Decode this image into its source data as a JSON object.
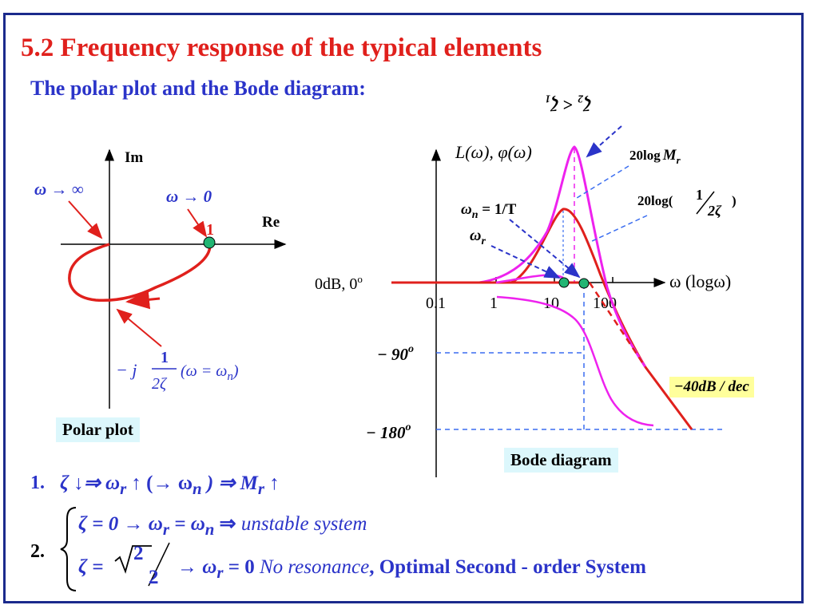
{
  "title": "5.2  Frequency response of the typical elements",
  "subtitle": "The polar plot and the Bode diagram:",
  "polar": {
    "axis_im": "Im",
    "axis_re": "Re",
    "omega_inf": "ω → ∞",
    "omega_zero": "ω → 0",
    "one": "1",
    "minus_j": "− j",
    "frac_num": "1",
    "frac_den": "2ζ",
    "cond": "(ω = ω",
    "cond_sub": "n",
    "cond_close": ")",
    "label": "Polar plot"
  },
  "bode": {
    "y_label": "L(ω), φ(ω)",
    "x_label": "ω (logω)",
    "origin_label": "0dB, 0",
    "origin_sup": "o",
    "ticks": [
      "0.1",
      "1",
      "10",
      "100"
    ],
    "minus90": "− 90",
    "minus180": "− 180",
    "deg": "o",
    "zeta_cond": "ζ₂ < ζ₁",
    "logMr_prefix": "20log",
    "logMr_M": "M",
    "logMr_sub": "r",
    "log2z_prefix": "20log(",
    "log2z_num": "1",
    "log2z_den": "2ζ",
    "log2z_close": ")",
    "wn": "ω",
    "wn_sub": "n",
    "wn_eq": " = 1/T",
    "wr": "ω",
    "wr_sub": "r",
    "slope": "−40dB / dec",
    "label": "Bode diagram"
  },
  "conclusions": {
    "n1": "1.",
    "line1": "ζ ↓⇒ ω",
    "line1_sub_r": "r",
    "line1_b": " ↑ (→ ω",
    "line1_sub_n": "n",
    "line1_c": " ) ⇒ M",
    "line1_sub_r2": "r",
    "line1_d": " ↑",
    "n2": "2.",
    "line2a": "ζ = 0 → ω",
    "line2a_sub_r": "r",
    "line2a_b": " = ω",
    "line2a_sub_n": "n",
    "line2a_c": " ⇒ ",
    "line2a_it": "unstable system",
    "line2b": "ζ = ",
    "sqrt2": "2",
    "den2": "2",
    "line2b_b": " → ω",
    "line2b_sub_r": "r",
    "line2b_c": " = 0  ",
    "line2b_it": "No resonance",
    "line2b_d": ",  Optimal  Second - order System"
  },
  "colors": {
    "title": "#e0201c",
    "subtitle": "#2b34c9",
    "curve_red": "#e0201c",
    "curve_magenta": "#ee22ee",
    "dashed": "#3a6df0",
    "marker": "#22b573",
    "frame": "#1b2a8c",
    "label_box": "#dcf7fc",
    "slope_box": "#ffff9c"
  }
}
